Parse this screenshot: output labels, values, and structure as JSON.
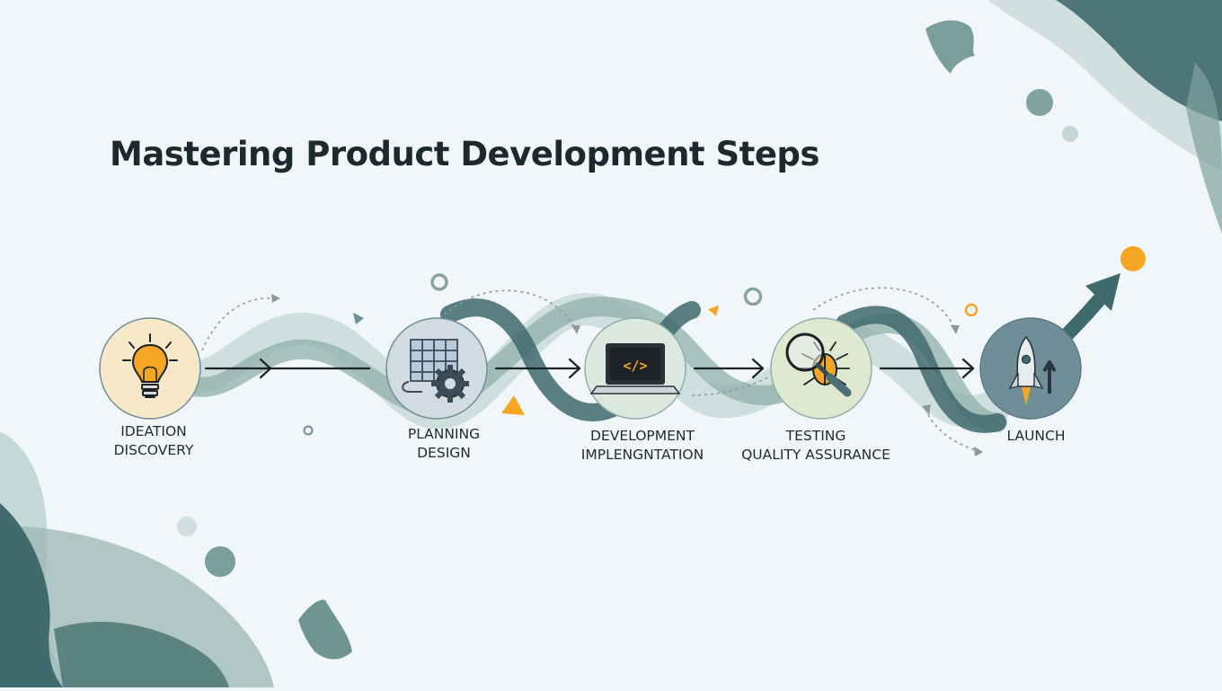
{
  "title": "Mastering Product Development Steps",
  "colors": {
    "background": "#f1f7f9",
    "teal_dark": "#3f6a6e",
    "teal_light": "#8fb0aa",
    "accent_orange": "#f5a623",
    "arrow": "#1b2226"
  },
  "steps": [
    {
      "id": "ideation",
      "lines": [
        "IDEATION",
        "DISCOVERY"
      ],
      "icon": "lightbulb-icon",
      "fill": "#f7e8c8"
    },
    {
      "id": "planning",
      "lines": [
        "PLANNING",
        "DESIGN"
      ],
      "icon": "blueprint-gear-icon",
      "fill": "#d0dbe2"
    },
    {
      "id": "development",
      "lines": [
        "DEVELOPMENT",
        "IMPLENGNTATION"
      ],
      "icon": "laptop-code-icon",
      "fill": "#dbe9df"
    },
    {
      "id": "testing",
      "lines": [
        "TESTING",
        "QUALITY ASSURANCE"
      ],
      "icon": "magnifier-bug-icon",
      "fill": "#dfe9d0"
    },
    {
      "id": "launch",
      "lines": [
        "LAUNCH"
      ],
      "icon": "rocket-icon",
      "fill": "#6f8e98"
    }
  ],
  "code_symbol": "</>"
}
